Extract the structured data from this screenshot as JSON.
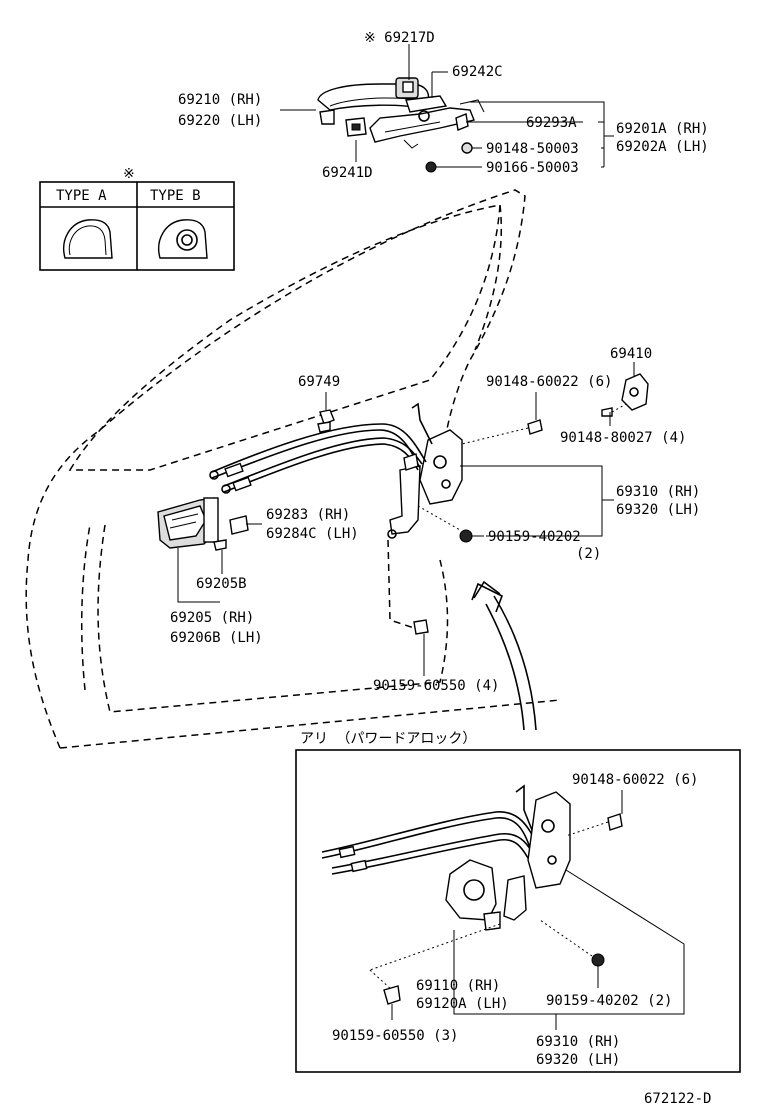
{
  "inset_mark": "※",
  "type_table": {
    "col_a": "TYPE  A",
    "col_b": "TYPE  B"
  },
  "labels": {
    "p69217D": "※ 69217D",
    "p69242C": "69242C",
    "p69210": "69210 (RH)",
    "p69220": "69220 (LH)",
    "p69293A": "69293A",
    "p69201A": "69201A (RH)",
    "p69202A": "69202A (LH)",
    "p90148_50003": "90148-50003",
    "p90166_50003": "90166-50003",
    "p69241D": "69241D",
    "p69410": "69410",
    "p90148_60022_top": "90148-60022 (6)",
    "p90148_80027": "90148-80027 (4)",
    "p69749": "69749",
    "p69310_top": "69310 (RH)",
    "p69320_top": "69320 (LH)",
    "p69283": "69283   (RH)",
    "p69284C": "69284C (LH)",
    "p90159_40202_top": "90159-40202",
    "p90159_40202_qty": "(2)",
    "p69205B": "69205B",
    "p69205": "69205   (RH)",
    "p69206B": "69206B (LH)",
    "p90159_60550_top": "90159-60550 (4)"
  },
  "power_lock_box": {
    "title": "アリ （パワードアロック）",
    "p90148_60022": "90148-60022 (6)",
    "p69110": "69110   (RH)",
    "p69120A": "69120A (LH)",
    "p90159_40202": "90159-40202 (2)",
    "p90159_60550": "90159-60550 (3)",
    "p69310": "69310 (RH)",
    "p69320": "69320 (LH)"
  },
  "figure_code": "672122-D"
}
